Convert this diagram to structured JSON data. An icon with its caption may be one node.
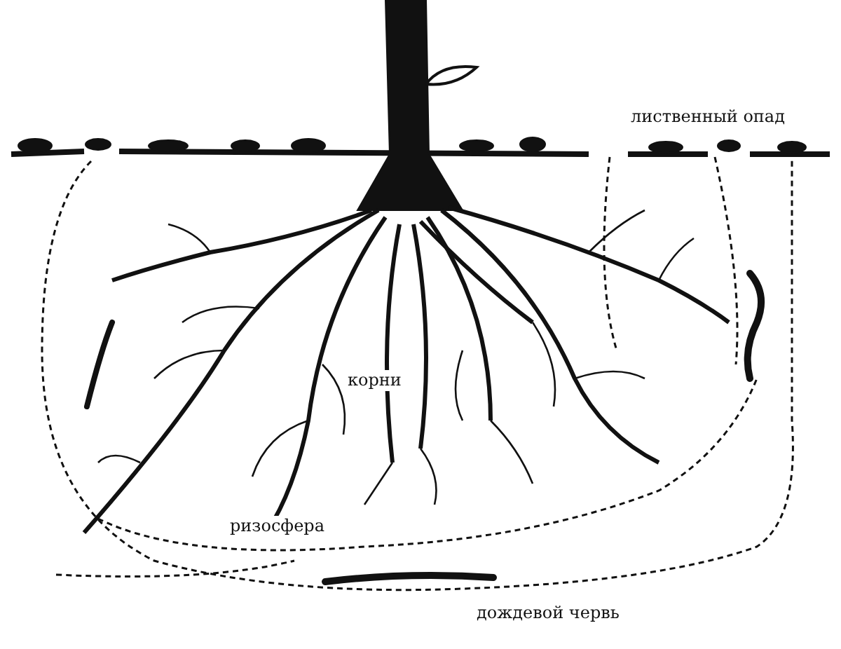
{
  "diagram": {
    "labels": [
      "лиственный опад",
      "корни",
      "ризосфера",
      "дождевой червь"
    ]
  }
}
